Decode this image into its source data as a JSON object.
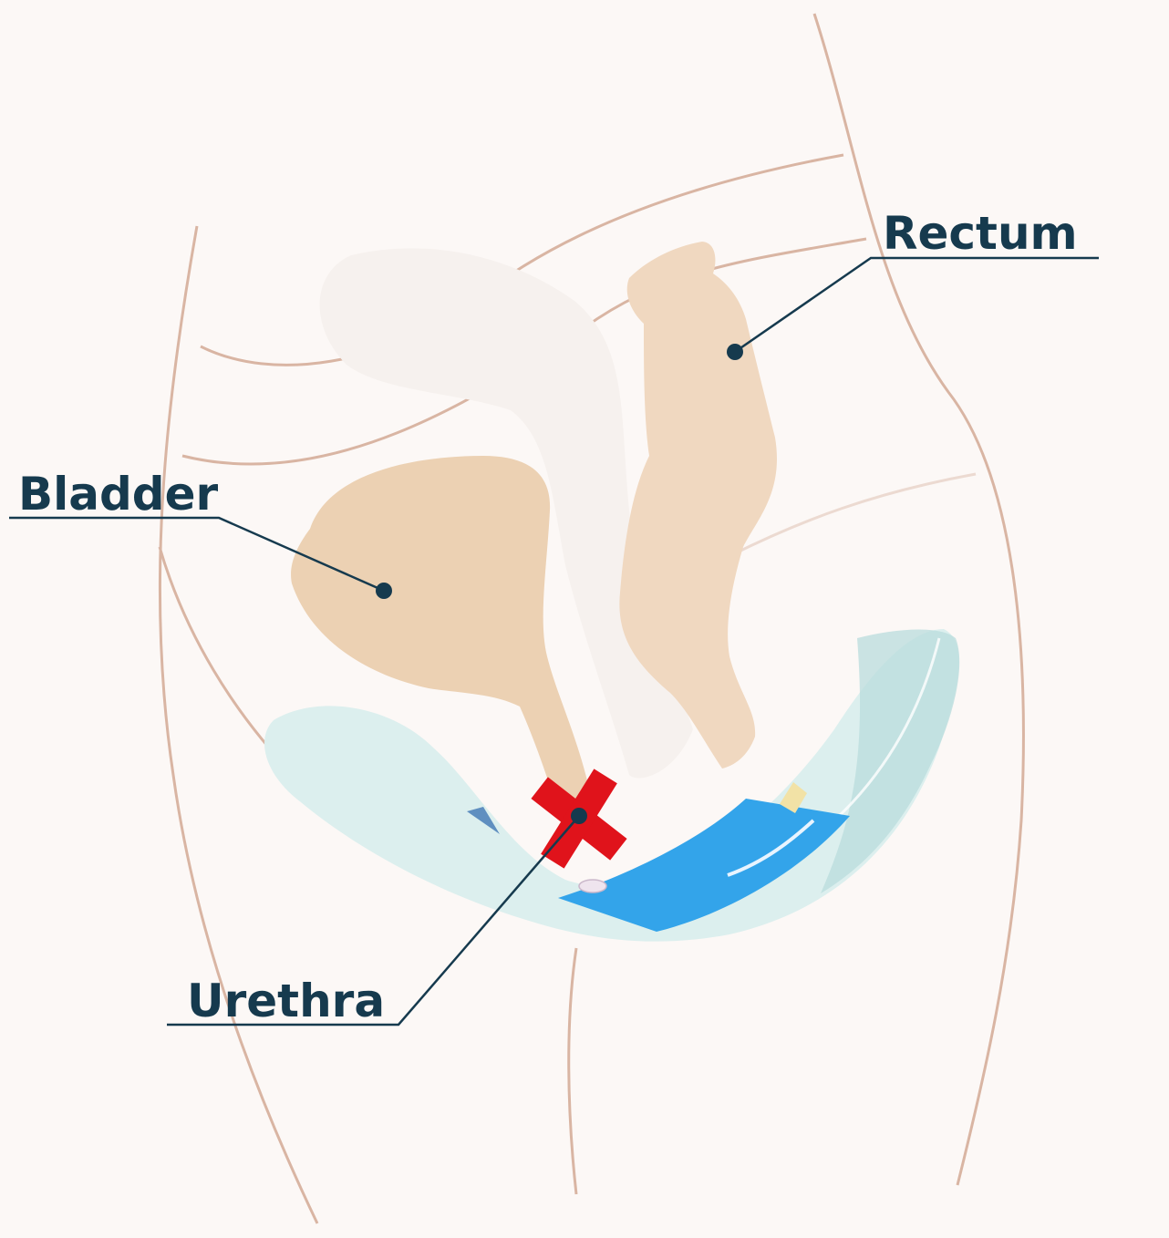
{
  "labels": {
    "rectum": "Rectum",
    "bladder": "Bladder",
    "urethra": "Urethra"
  },
  "colors": {
    "background": "#fcf8f6",
    "body_outline": "#d9b5a3",
    "organ": "#ecd1b3",
    "rectum": "#f0d8c0",
    "pad": "#dcefee",
    "pad_wing": "#b9dcdc",
    "sheet": "#33a4ea",
    "cross": "#e0131b",
    "leader": "#163a4e",
    "label": "#163a4e"
  },
  "icons": {
    "blocked": "red-x-icon"
  }
}
